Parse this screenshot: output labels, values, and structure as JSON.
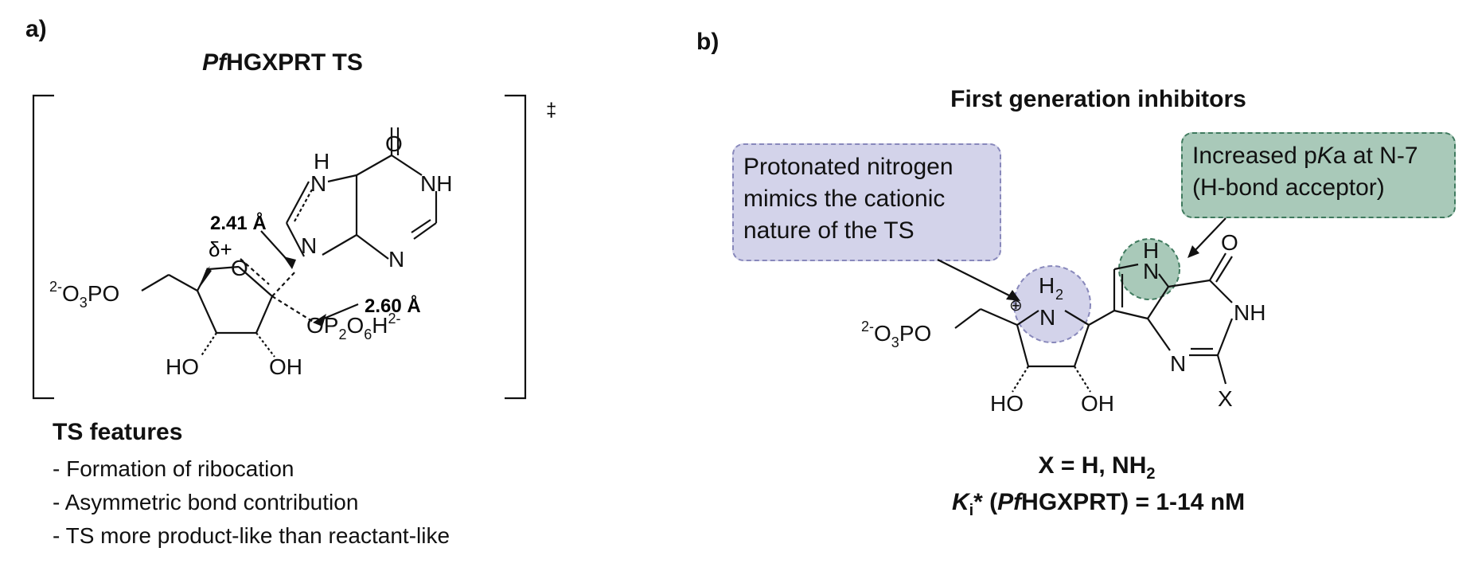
{
  "panel_a": {
    "label": "a)",
    "title_italic": "Pf",
    "title_rest": "HGXPRT TS",
    "dagger": "‡",
    "dist_1": "2.41 Å",
    "dist_2": "2.60 Å",
    "delta": "δ+",
    "features_title": "TS features",
    "features": [
      "Formation of ribocation",
      "Asymmetric bond contribution",
      "TS more product-like than reactant-like"
    ]
  },
  "panel_b": {
    "label": "b)",
    "title": "First generation inhibitors",
    "callout_left": {
      "line1": "Protonated nitrogen",
      "line2": "mimics the cationic",
      "line3": "nature of the TS"
    },
    "callout_right": {
      "line1_pre": "Increased p",
      "line1_italic": "K",
      "line1_post": "a at N-7",
      "line2": "(H-bond acceptor)"
    },
    "x_def": "X = H, NH",
    "x_def_sub": "2",
    "ki_symbol": "K",
    "ki_sub": "i",
    "ki_rest": "* (",
    "ki_enzyme_italic": "Pf",
    "ki_enzyme_rest": "HGXPRT) = 1-14 nM"
  },
  "colors": {
    "purple_fill": "#d3d3ea",
    "purple_border": "#8888bb",
    "green_fill": "#a9c9b9",
    "green_border": "#3f7a5e"
  }
}
